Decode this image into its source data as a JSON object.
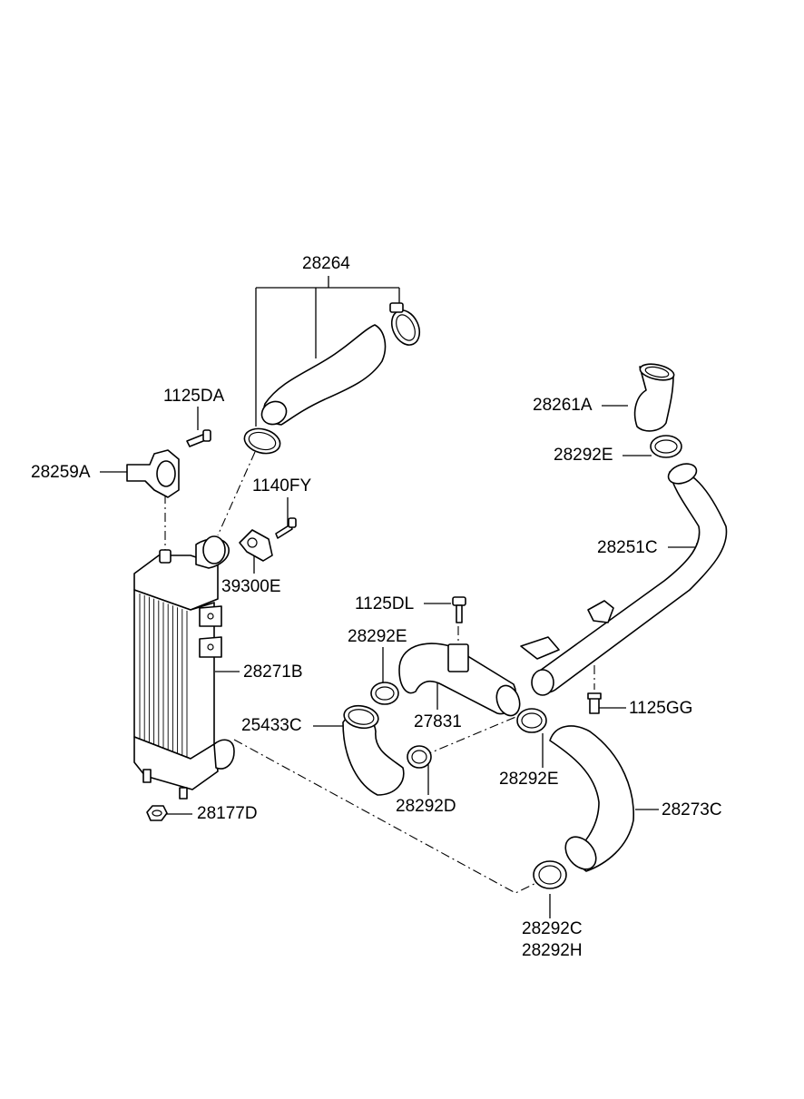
{
  "labels": {
    "p28264": "28264",
    "p1125DA": "1125DA",
    "p28259A": "28259A",
    "p1140FY": "1140FY",
    "p39300E": "39300E",
    "p28261A": "28261A",
    "p28292E_top": "28292E",
    "p28251C": "28251C",
    "p1125DL": "1125DL",
    "p28292E_mid": "28292E",
    "p28271B": "28271B",
    "p25433C": "25433C",
    "p27831": "27831",
    "p1125GG": "1125GG",
    "p28292E_right": "28292E",
    "p28292D": "28292D",
    "p28273C": "28273C",
    "p28177D": "28177D",
    "p28292C": "28292C",
    "p28292H": "28292H"
  }
}
